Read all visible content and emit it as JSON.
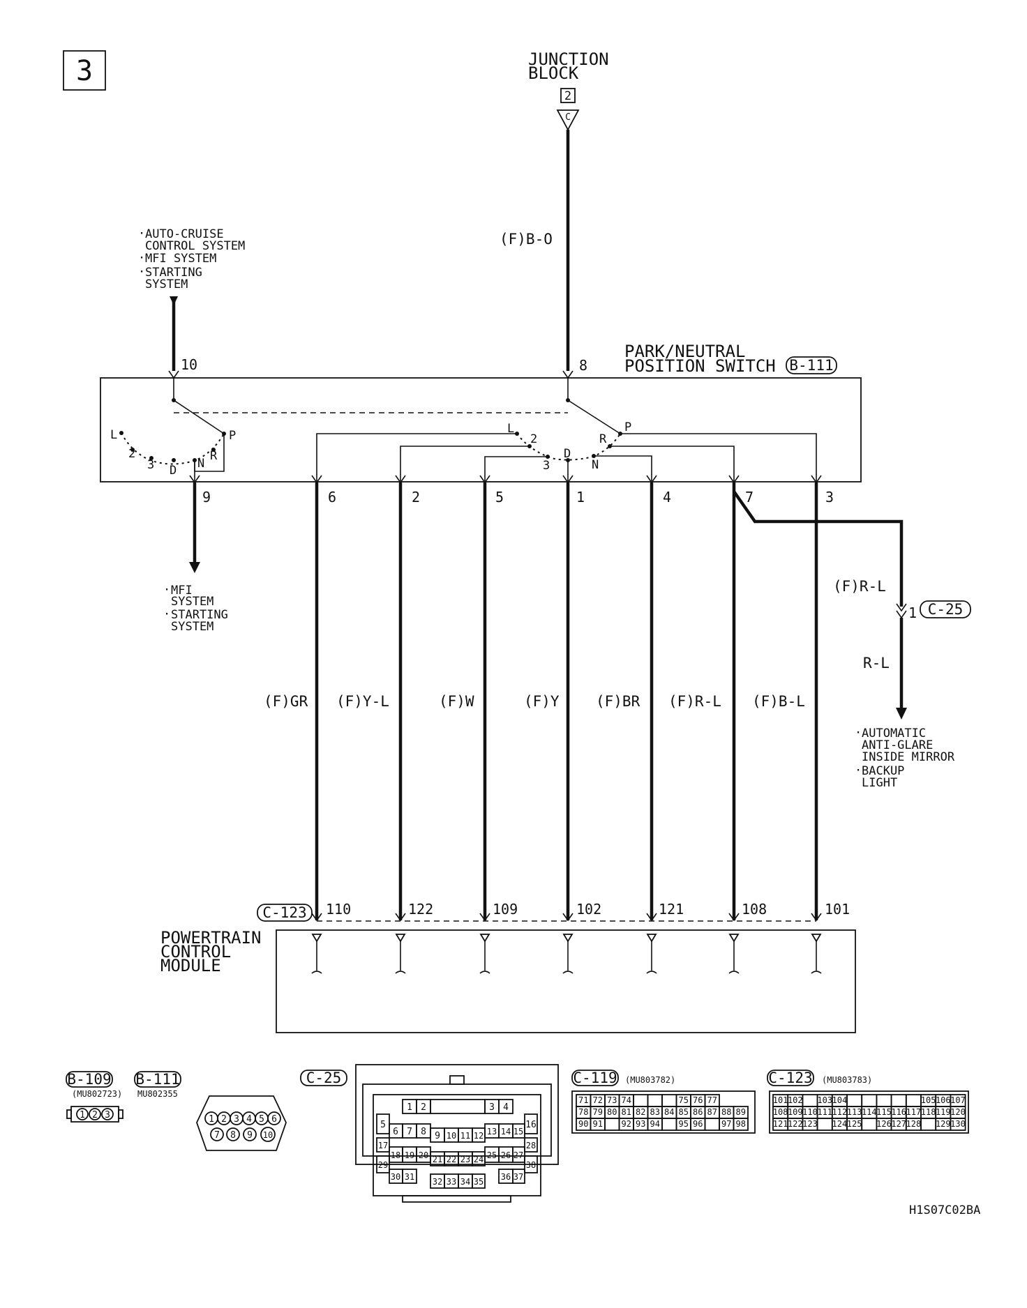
{
  "page_number": "3",
  "junction_block": {
    "title_lines": [
      "JUNCTION",
      "BLOCK"
    ],
    "badge": "2",
    "connector_letter": "C",
    "wire_label": "(F)B-O"
  },
  "source_systems_top": [
    "AUTO-CRUISE",
    "CONTROL SYSTEM",
    "MFI SYSTEM",
    "STARTING",
    "SYSTEM"
  ],
  "switch": {
    "title_lines": [
      "PARK/NEUTRAL",
      "POSITION SWITCH"
    ],
    "connector_id": "B-111",
    "pins_top": {
      "left": "10",
      "right": "8"
    },
    "left_contacts": [
      "L",
      "2",
      "3",
      "D",
      "N",
      "R",
      "P"
    ],
    "right_contacts": [
      "L",
      "2",
      "3",
      "D",
      "N",
      "R",
      "P"
    ]
  },
  "output_pin_9": "9",
  "dest_systems_left": [
    "MFI",
    "SYSTEM",
    "STARTING",
    "SYSTEM"
  ],
  "wires": [
    {
      "pin": "6",
      "label": "(F)GR",
      "pcm_pin": "110"
    },
    {
      "pin": "2",
      "label": "(F)Y-L",
      "pcm_pin": "122"
    },
    {
      "pin": "5",
      "label": "(F)W",
      "pcm_pin": "109"
    },
    {
      "pin": "1",
      "label": "(F)Y",
      "pcm_pin": "102"
    },
    {
      "pin": "4",
      "label": "(F)BR",
      "pcm_pin": "121"
    },
    {
      "pin": "7",
      "label": "(F)R-L",
      "pcm_pin": "108"
    },
    {
      "pin": "3",
      "label": "(F)B-L",
      "pcm_pin": "101"
    }
  ],
  "branch": {
    "wire_label": "(F)R-L",
    "connector_pin": "1",
    "connector_id": "C-25",
    "wire_label_2": "R-L",
    "destinations": [
      "AUTOMATIC",
      "ANTI-GLARE",
      "INSIDE MIRROR",
      "BACKUP",
      "LIGHT"
    ]
  },
  "pcm": {
    "connector_id": "C-123",
    "title_lines": [
      "POWERTRAIN",
      "CONTROL",
      "MODULE"
    ]
  },
  "connectors": {
    "b109": {
      "id": "B-109",
      "part": "(MU802723)",
      "pins": [
        "1",
        "2",
        "3"
      ]
    },
    "b111": {
      "id": "B-111",
      "part": "MU802355",
      "pins_top": [
        "1",
        "2",
        "3",
        "4",
        "5",
        "6"
      ],
      "pins_bottom": [
        "7",
        "8",
        "9",
        "10"
      ]
    },
    "c25": {
      "id": "C-25"
    },
    "c119": {
      "id": "C-119",
      "part": "(MU803782)",
      "rows": [
        [
          "71",
          "72",
          "73",
          "74",
          "",
          "",
          "",
          "75",
          "76",
          "77"
        ],
        [
          "78",
          "79",
          "80",
          "81",
          "82",
          "83",
          "84",
          "85",
          "86",
          "87",
          "88",
          "89"
        ],
        [
          "90",
          "91",
          "",
          "92",
          "93",
          "94",
          "",
          "95",
          "96",
          "",
          "97",
          "98"
        ]
      ]
    },
    "c123": {
      "id": "C-123",
      "part": "(MU803783)",
      "rows": [
        [
          "101",
          "102",
          "",
          "103",
          "104",
          "",
          "",
          "",
          "",
          "",
          "105",
          "106",
          "107"
        ],
        [
          "108",
          "109",
          "110",
          "111",
          "112",
          "113",
          "114",
          "115",
          "116",
          "117",
          "118",
          "119",
          "120"
        ],
        [
          "121",
          "122",
          "123",
          "",
          "124",
          "125",
          "",
          "126",
          "127",
          "128",
          "",
          "129",
          "130"
        ]
      ]
    }
  },
  "figure_code": "H1S07C02BA"
}
